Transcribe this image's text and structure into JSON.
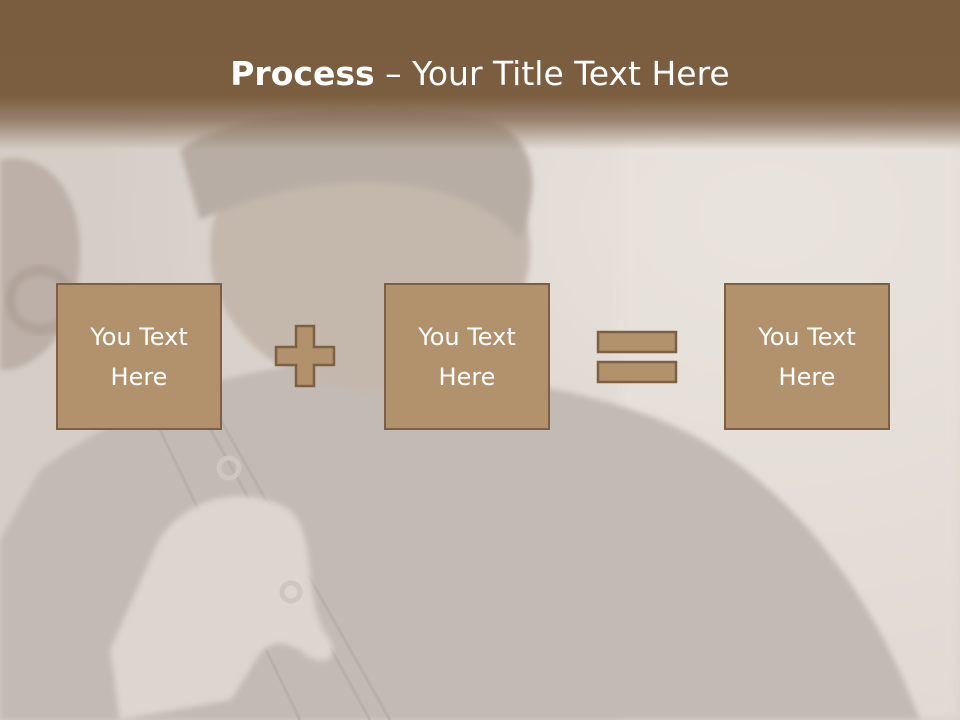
{
  "slide": {
    "title_bold": "Process",
    "title_rest": " – Your Title Text Here"
  },
  "process": {
    "boxes": [
      {
        "label": "You Text Here"
      },
      {
        "label": "You Text Here"
      },
      {
        "label": "You Text Here"
      }
    ],
    "operators": [
      "plus-icon",
      "equals-icon"
    ]
  },
  "colors": {
    "title_bar": "#7a5c3e",
    "box_fill": "#b2916d",
    "box_border": "#7d5f44",
    "text": "#ffffff"
  }
}
